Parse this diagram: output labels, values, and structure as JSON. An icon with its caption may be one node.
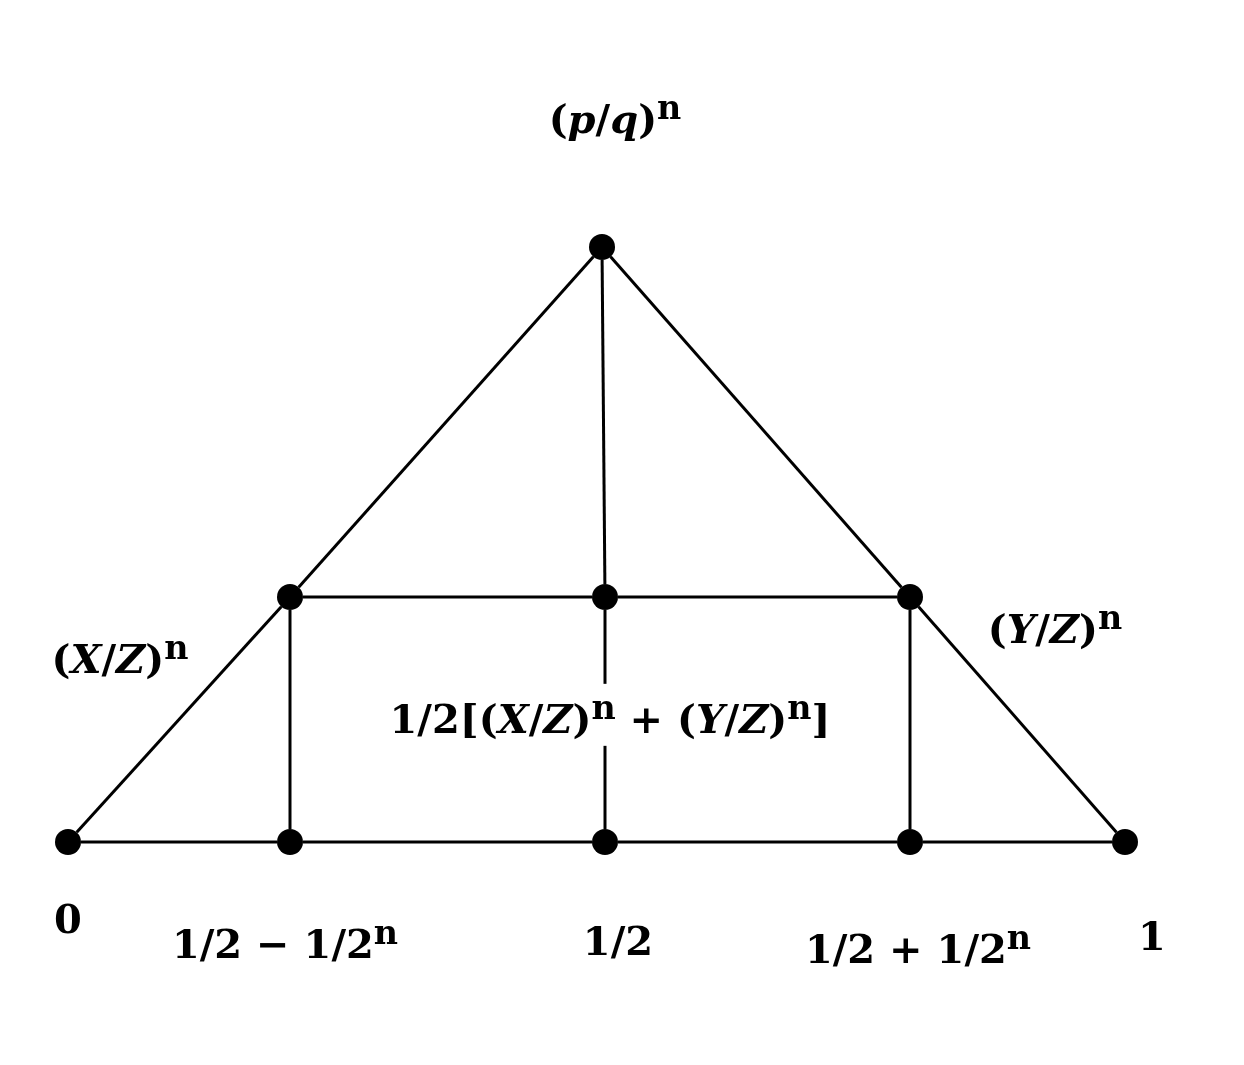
{
  "diagram": {
    "nodes": [
      {
        "text": [],
        "shape": "circle",
        "beside": [
          "(*p*/*q*)$^{n}$"
        ]
      },
      {
        "text": [],
        "shape": "circle",
        "beside": [
          "(*X*/*Z*)$^{n}$"
        ]
      },
      {
        "text": [],
        "shape": "circle"
      },
      {
        "text": [],
        "shape": "circle",
        "beside": [
          "(*Y*/*Z*)$^{n}$"
        ]
      },
      {
        "text": [],
        "shape": "circle",
        "beside": [
          "0"
        ]
      },
      {
        "text": [],
        "shape": "circle",
        "beside": [
          "1/2 − 1/2$^{n}$"
        ]
      },
      {
        "text": [],
        "shape": "circle",
        "beside": [
          "1/2"
        ]
      },
      {
        "text": [],
        "shape": "circle",
        "beside": [
          "1/2 + 1/2$^{n}$"
        ]
      },
      {
        "text": [],
        "shape": "circle",
        "beside": [
          "1"
        ]
      }
    ],
    "edges": [
      {
        "from": 4,
        "to": 1,
        "arrow": "none"
      },
      {
        "from": 1,
        "to": 0,
        "arrow": "none"
      },
      {
        "from": 0,
        "to": 3,
        "arrow": "none"
      },
      {
        "from": 3,
        "to": 8,
        "arrow": "none"
      },
      {
        "from": 0,
        "to": 2,
        "arrow": "none"
      },
      {
        "from": 2,
        "to": 6,
        "arrow": "none"
      },
      {
        "from": 1,
        "to": 2,
        "arrow": "none"
      },
      {
        "from": 2,
        "to": 3,
        "arrow": "none"
      },
      {
        "from": 1,
        "to": 5,
        "arrow": "none"
      },
      {
        "from": 3,
        "to": 7,
        "arrow": "none"
      },
      {
        "from": 4,
        "to": 5,
        "arrow": "none"
      },
      {
        "from": 5,
        "to": 6,
        "arrow": "none"
      },
      {
        "from": 6,
        "to": 7,
        "arrow": "none"
      },
      {
        "from": 7,
        "to": 8,
        "arrow": "none"
      }
    ],
    "labels": [
      "1/2[(*X*/*Z*)$^{n}$ + (*Y*/*Z*)$^{n}$]"
    ]
  }
}
